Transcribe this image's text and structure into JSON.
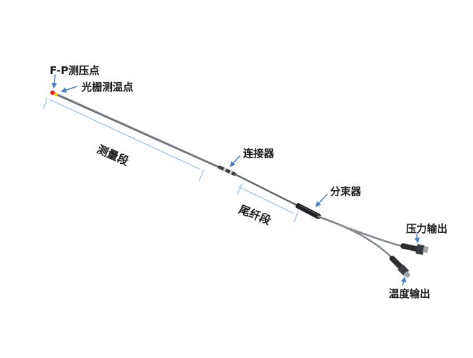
{
  "labels": {
    "fp_point": "F-P测压点",
    "grating_point": "光栅测温点",
    "measure_section": "测量段",
    "connector": "连接器",
    "tail_fiber_section": "尾纤段",
    "splitter": "分束器",
    "pressure_output": "压力输出",
    "temperature_output": "温度输出"
  },
  "colors": {
    "fp_sensor": "#e8201c",
    "grating_sensor": "#f2d21a",
    "probe_body": "#6e7479",
    "dimension_line": "#8fbde6",
    "arrow": "#4a7fc1",
    "connector_body": "#2b2d30"
  }
}
